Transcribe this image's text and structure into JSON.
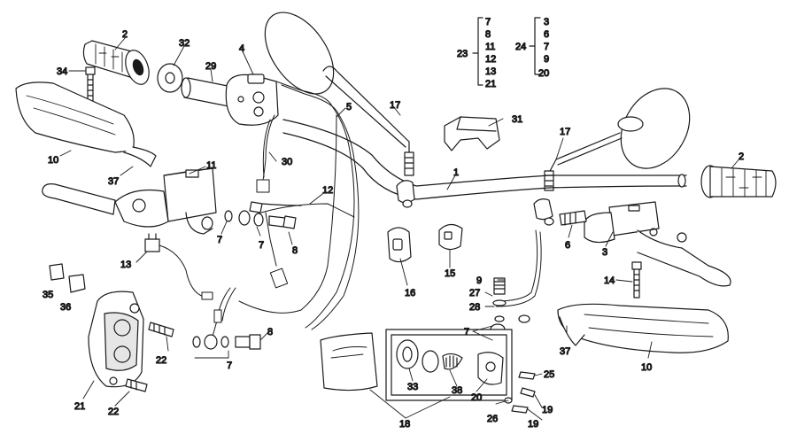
{
  "callouts": [
    {
      "id": "c2a",
      "text": "2"
    },
    {
      "id": "c32",
      "text": "32"
    },
    {
      "id": "c34",
      "text": "34"
    },
    {
      "id": "c4",
      "text": "4"
    },
    {
      "id": "c29",
      "text": "29"
    },
    {
      "id": "c5",
      "text": "5"
    },
    {
      "id": "c17a",
      "text": "17"
    },
    {
      "id": "c10a",
      "text": "10"
    },
    {
      "id": "c37a",
      "text": "37"
    },
    {
      "id": "c11",
      "text": "11"
    },
    {
      "id": "c30",
      "text": "30"
    },
    {
      "id": "c12",
      "text": "12"
    },
    {
      "id": "c7a",
      "text": "7"
    },
    {
      "id": "c7b",
      "text": "7"
    },
    {
      "id": "c8a",
      "text": "8"
    },
    {
      "id": "c13",
      "text": "13"
    },
    {
      "id": "c35",
      "text": "35"
    },
    {
      "id": "c36",
      "text": "36"
    },
    {
      "id": "c22a",
      "text": "22"
    },
    {
      "id": "c21",
      "text": "21"
    },
    {
      "id": "c22b",
      "text": "22"
    },
    {
      "id": "c8b",
      "text": "8"
    },
    {
      "id": "c7c",
      "text": "7"
    },
    {
      "id": "c16",
      "text": "16"
    },
    {
      "id": "c15",
      "text": "15"
    },
    {
      "id": "c1",
      "text": "1"
    },
    {
      "id": "c31",
      "text": "31"
    },
    {
      "id": "c17b",
      "text": "17"
    },
    {
      "id": "c2b",
      "text": "2"
    },
    {
      "id": "c6",
      "text": "6"
    },
    {
      "id": "c3",
      "text": "3"
    },
    {
      "id": "c9",
      "text": "9"
    },
    {
      "id": "c27",
      "text": "27"
    },
    {
      "id": "c28",
      "text": "28"
    },
    {
      "id": "c7d",
      "text": "7"
    },
    {
      "id": "c14",
      "text": "14"
    },
    {
      "id": "c37b",
      "text": "37"
    },
    {
      "id": "c10b",
      "text": "10"
    },
    {
      "id": "c33",
      "text": "33"
    },
    {
      "id": "c38",
      "text": "38"
    },
    {
      "id": "c20",
      "text": "20"
    },
    {
      "id": "c25",
      "text": "25"
    },
    {
      "id": "c19a",
      "text": "19"
    },
    {
      "id": "c26",
      "text": "26"
    },
    {
      "id": "c19b",
      "text": "19"
    },
    {
      "id": "c18",
      "text": "18"
    }
  ],
  "kit23": {
    "label": "23",
    "items": [
      "7",
      "8",
      "11",
      "12",
      "13",
      "21"
    ]
  },
  "kit24": {
    "label": "24",
    "items": [
      "3",
      "6",
      "7",
      "9",
      "20"
    ]
  },
  "colors": {
    "line": "#1a1a1a",
    "fill": "#ffffff",
    "shade": "#d9d9d9"
  }
}
